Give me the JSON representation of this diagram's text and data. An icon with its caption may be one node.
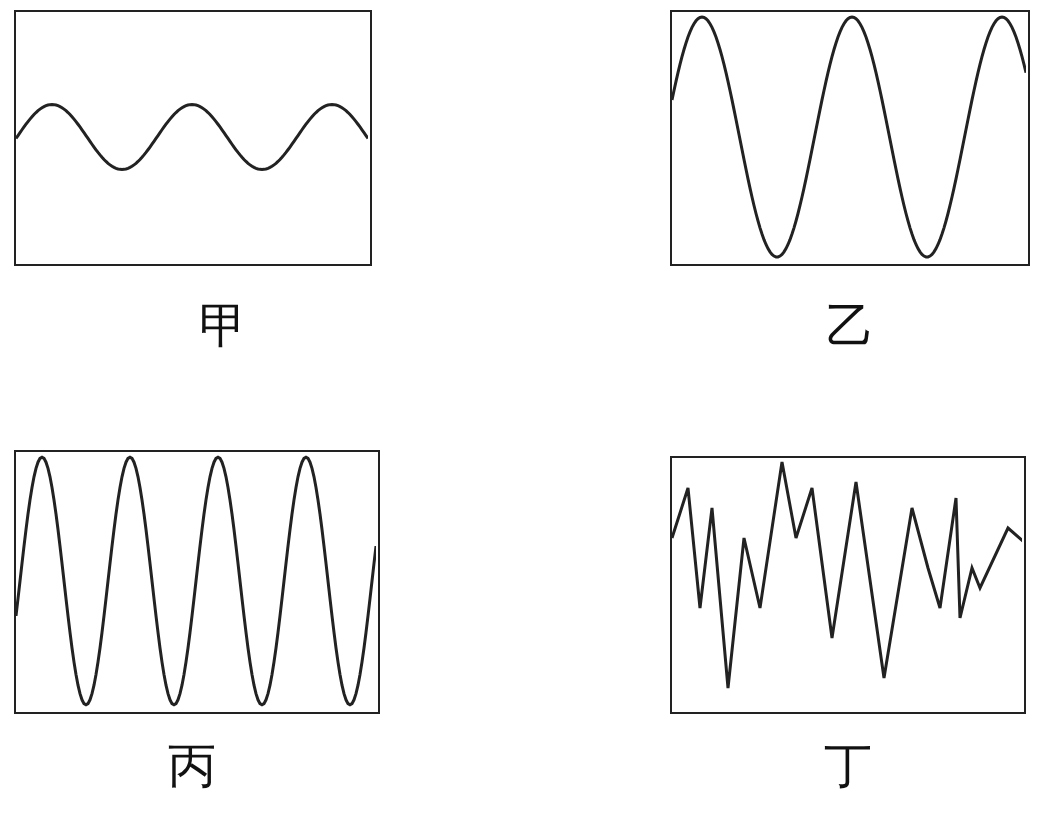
{
  "diagram": {
    "nodes": [
      {
        "text": [
          "甲"
        ]
      },
      {
        "text": [
          "乙"
        ]
      },
      {
        "text": [
          "丙"
        ]
      },
      {
        "text": [
          "丁"
        ]
      }
    ]
  }
}
